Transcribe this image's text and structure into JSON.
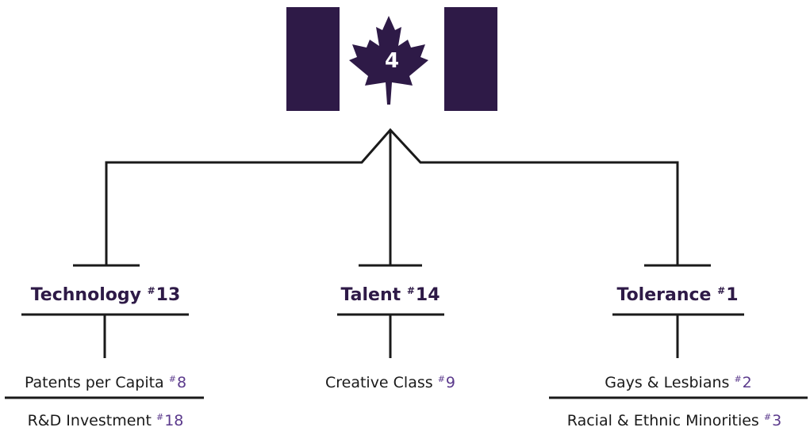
{
  "header": {
    "rank_value": "4"
  },
  "colors": {
    "brand_purple": "#2e1a47",
    "rank_purple": "#5b3a8c",
    "line": "#1a1a1a"
  },
  "icons": {
    "flag_emblem": "maple-leaf-icon"
  },
  "categories": [
    {
      "label": "Technology",
      "rank_symbol": "#",
      "rank_value": "13",
      "items": [
        {
          "label": "Patents per Capita",
          "rank_symbol": "#",
          "rank_value": "8"
        },
        {
          "label": "R&D Investment",
          "rank_symbol": "#",
          "rank_value": "18"
        }
      ]
    },
    {
      "label": "Talent",
      "rank_symbol": "#",
      "rank_value": "14",
      "items": [
        {
          "label": "Creative Class",
          "rank_symbol": "#",
          "rank_value": "9"
        }
      ]
    },
    {
      "label": "Tolerance",
      "rank_symbol": "#",
      "rank_value": "1",
      "items": [
        {
          "label": "Gays & Lesbians",
          "rank_symbol": "#",
          "rank_value": "2"
        },
        {
          "label": "Racial & Ethnic Minorities",
          "rank_symbol": "#",
          "rank_value": "3"
        }
      ]
    }
  ]
}
